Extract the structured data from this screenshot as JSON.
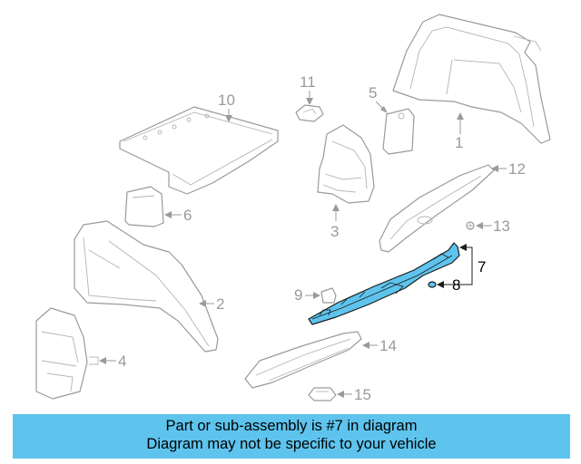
{
  "callouts": {
    "c1": "1",
    "c2": "2",
    "c3": "3",
    "c4": "4",
    "c5": "5",
    "c6": "6",
    "c7": "7",
    "c8": "8",
    "c9": "9",
    "c10": "10",
    "c11": "11",
    "c12": "12",
    "c13": "13",
    "c14": "14",
    "c15": "15"
  },
  "highlight": {
    "part": "7",
    "color": "#5ec4ee"
  },
  "banner": {
    "line1": "Part or sub-assembly is #7 in diagram",
    "line2": "Diagram may not be specific to your vehicle",
    "color": "#5ec4ee"
  }
}
